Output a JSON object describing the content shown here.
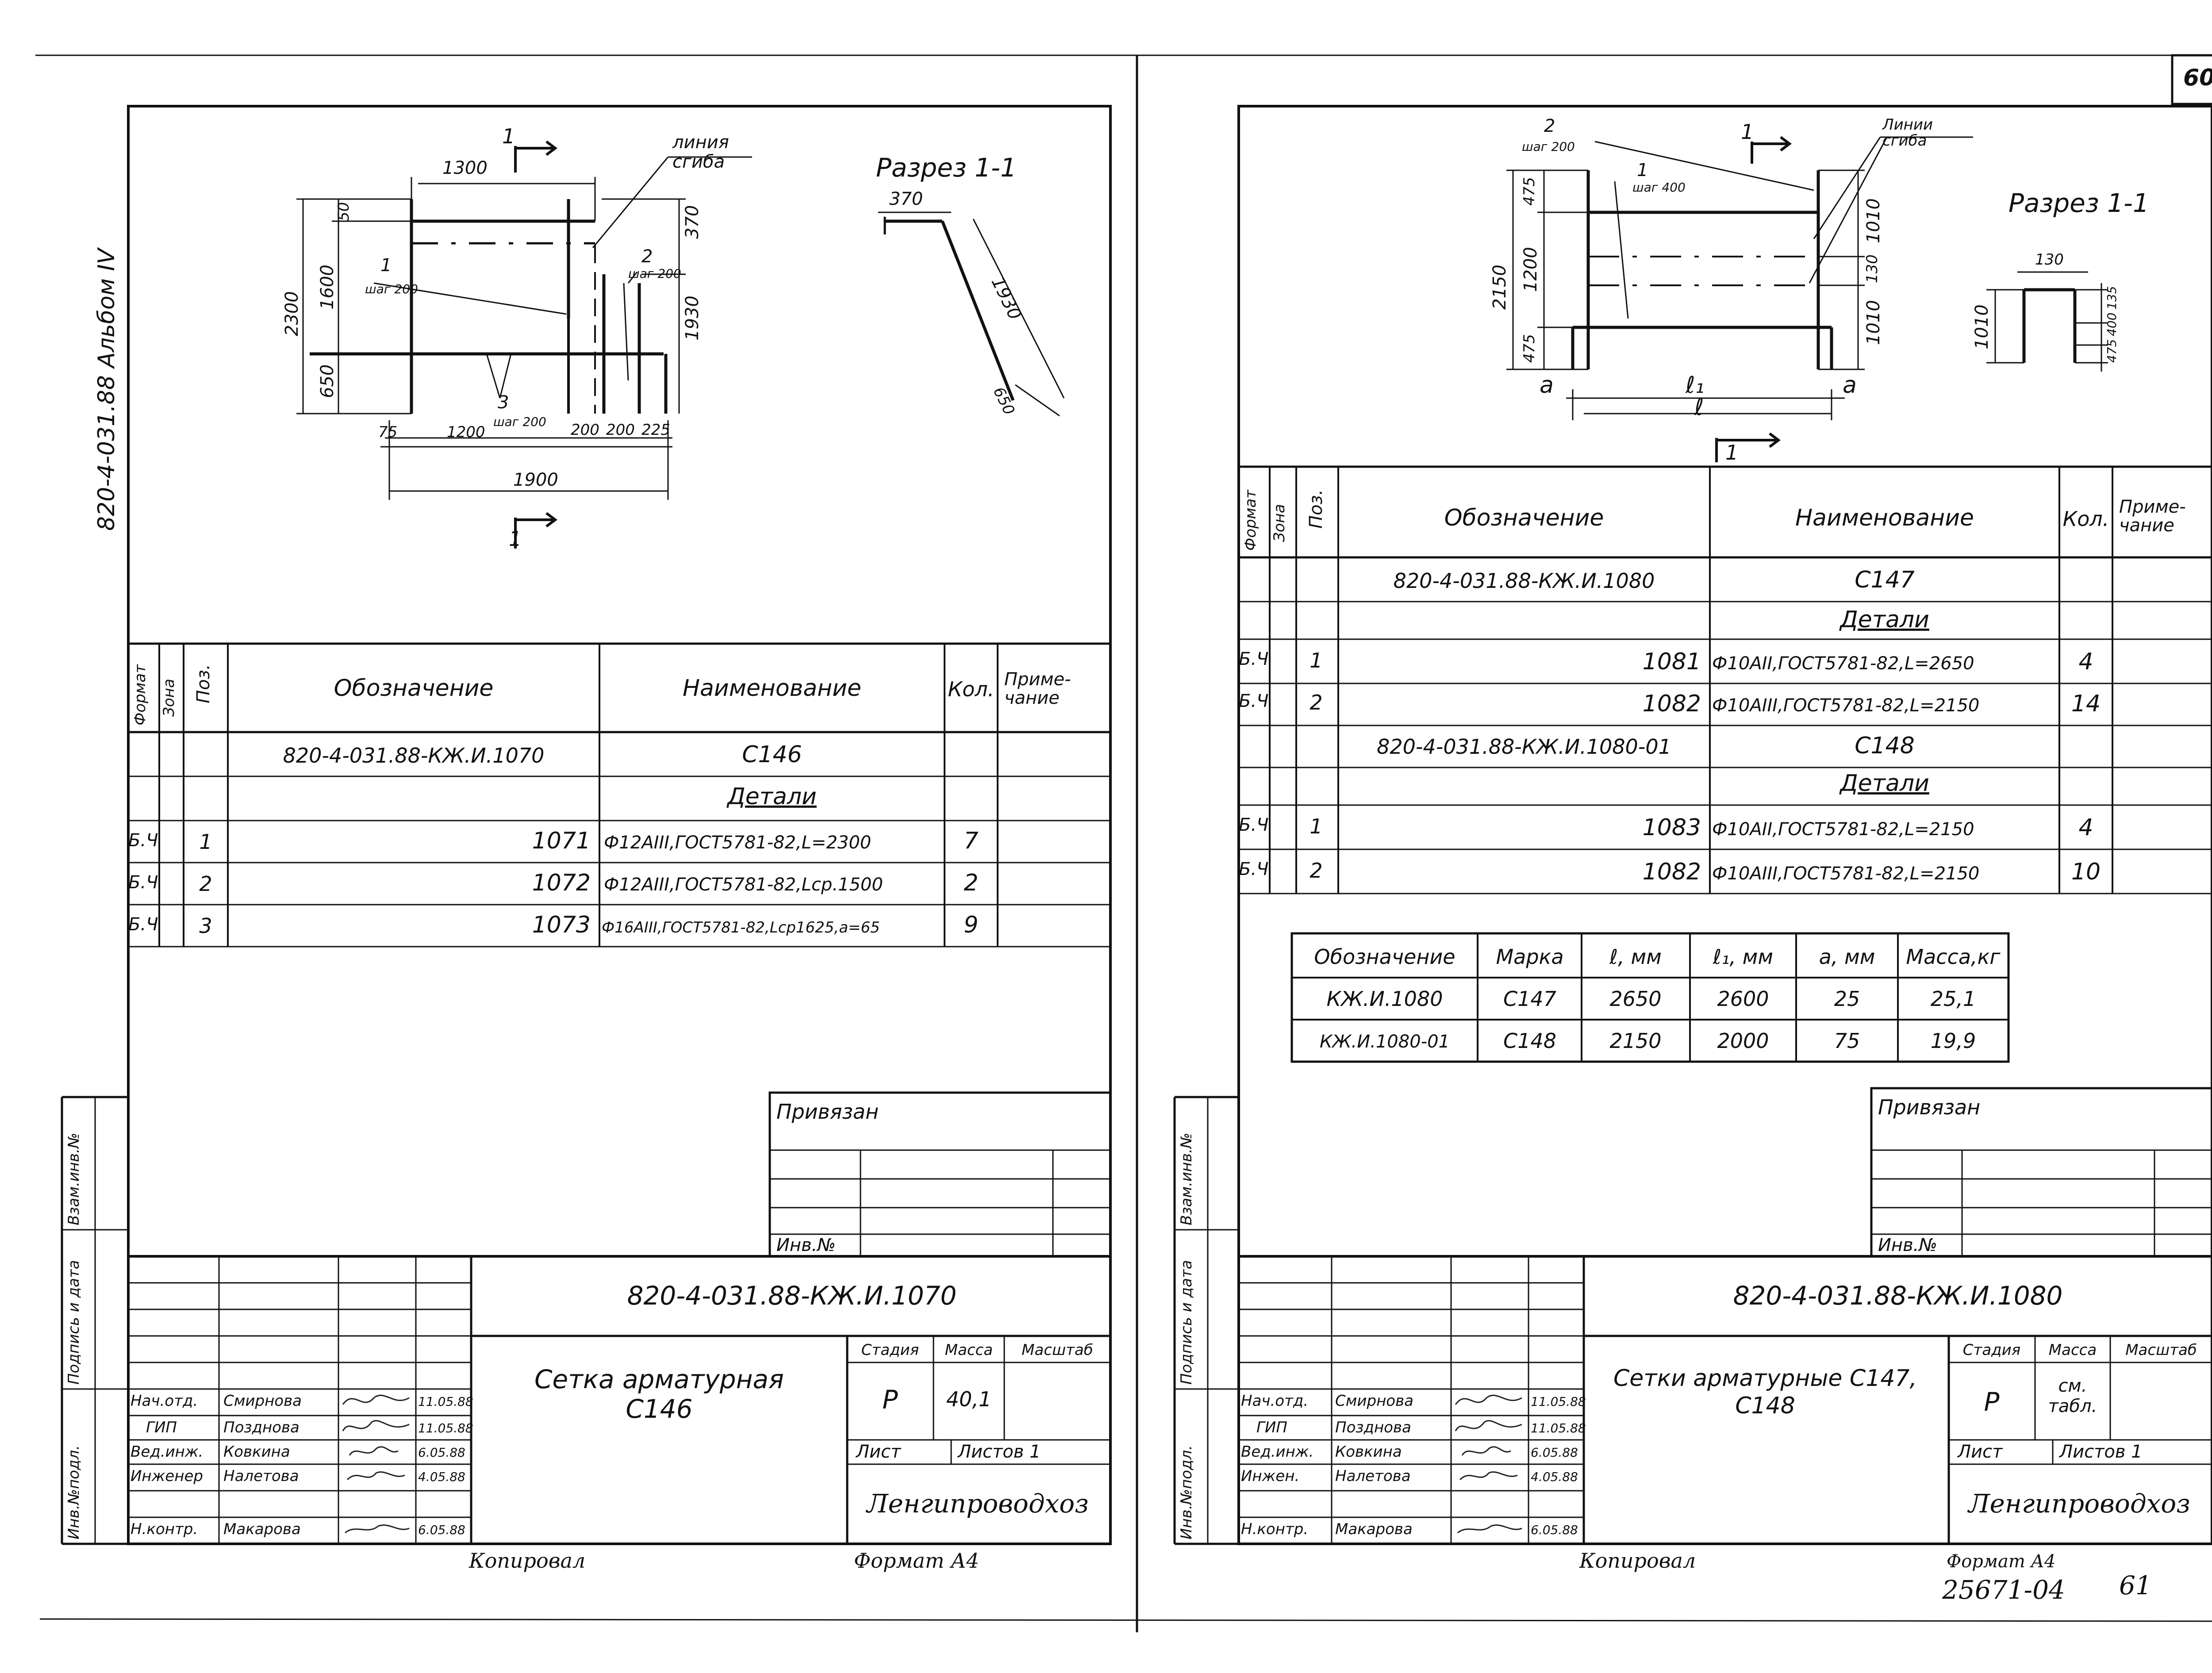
{
  "sheet_number": "60",
  "album_label": "820-4-031.88 Альбом IV",
  "left_sheet": {
    "drawing": {
      "section_mark": "1",
      "dims": {
        "w1300": "1300",
        "w1900": "1900",
        "w75": "75",
        "w1200": "1200",
        "w200a": "200",
        "w200b": "200",
        "w225": "225",
        "h2300": "2300",
        "h1600": "1600",
        "h650": "650",
        "h50": "50",
        "h370": "370",
        "h1930": "1930"
      },
      "callouts": {
        "bend_line": "линия сгиба",
        "pos1": "1",
        "pos1_step": "шаг 200",
        "pos2": "2",
        "pos2_step": "шаг 200",
        "pos3": "3",
        "pos3_step": "шаг 200"
      },
      "section_title": "Разрез 1-1",
      "section_dims": {
        "top": "370",
        "diag": "1930",
        "end": "650"
      }
    },
    "spec": {
      "headers": {
        "format": "Формат",
        "zone": "Зона",
        "pos": "Поз.",
        "designation": "Обозначение",
        "name": "Наименование",
        "qty": "Кол.",
        "note": "Приме-чание"
      },
      "rows": [
        {
          "format": "",
          "pos": "",
          "designation": "820-4-031.88-КЖ.И.1070",
          "name": "С146",
          "qty": ""
        },
        {
          "format": "",
          "pos": "",
          "designation": "",
          "name": "Детали",
          "qty": ""
        },
        {
          "format": "Б.Ч",
          "pos": "1",
          "designation": "1071",
          "name": "Ф12АIII,ГОСТ5781-82,L=2300",
          "qty": "7"
        },
        {
          "format": "Б.Ч",
          "pos": "2",
          "designation": "1072",
          "name": "Ф12АIII,ГОСТ5781-82,Lср.1500",
          "qty": "2"
        },
        {
          "format": "Б.Ч",
          "pos": "3",
          "designation": "1073",
          "name": "Ф16АIII,ГОСТ5781-82,Lср1625,а=65",
          "qty": "9"
        }
      ]
    },
    "binding": {
      "title": "Привязан",
      "inv": "Инв.№"
    },
    "side_labels": {
      "inv_orig": "Инв.№подл.",
      "sign_date": "Подпись и дата",
      "inv_repl": "Взам.инв.№"
    },
    "title_block": {
      "code": "820-4-031.88-КЖ.И.1070",
      "title": "Сетка арматурная С146",
      "stage_h": "Стадия",
      "mass_h": "Масса",
      "scale_h": "Масштаб",
      "stage": "Р",
      "mass": "40,1",
      "scale": "",
      "sheet_h": "Лист",
      "sheets_h": "Листов 1",
      "org": "Ленгипроводхоз",
      "people": [
        {
          "role": "Нач.отд.",
          "name": "Смирнова",
          "date": "11.05.88"
        },
        {
          "role": "ГИП",
          "name": "Позднова",
          "date": "11.05.88"
        },
        {
          "role": "Вед.инж.",
          "name": "Ковкина",
          "date": "6.05.88"
        },
        {
          "role": "Инженер",
          "name": "Налетова",
          "date": "4.05.88"
        },
        {
          "role": "Н.контр.",
          "name": "Макарова",
          "date": "6.05.88"
        }
      ]
    },
    "footer": {
      "copied": "Копировал",
      "format": "Формат А4"
    }
  },
  "right_sheet": {
    "drawing": {
      "section_mark": "1",
      "dims": {
        "h2150": "2150",
        "h475a": "475",
        "h1200": "1200",
        "h475b": "475",
        "h1010a": "1010",
        "h130": "130",
        "h1010b": "1010",
        "a1": "а",
        "a2": "а",
        "l1": "ℓ₁",
        "l": "ℓ"
      },
      "callouts": {
        "bend_lines": "Линии сгиба",
        "pos2": "2",
        "pos2_step": "шаг 200",
        "pos1": "1",
        "pos1_step": "шаг 400"
      },
      "section_title": "Разрез 1-1",
      "section_dims": {
        "w130": "130",
        "h1010": "1010",
        "h135": "135",
        "h400": "400",
        "h475": "475"
      }
    },
    "spec": {
      "headers": {
        "format": "Формат",
        "zone": "Зона",
        "pos": "Поз.",
        "designation": "Обозначение",
        "name": "Наименование",
        "qty": "Кол.",
        "note": "Приме-чание"
      },
      "rows": [
        {
          "format": "",
          "pos": "",
          "designation": "820-4-031.88-КЖ.И.1080",
          "name": "С147",
          "qty": ""
        },
        {
          "format": "",
          "pos": "",
          "designation": "",
          "name": "Детали",
          "qty": ""
        },
        {
          "format": "Б.Ч",
          "pos": "1",
          "designation": "1081",
          "name": "Ф10АII,ГОСТ5781-82,L=2650",
          "qty": "4"
        },
        {
          "format": "Б.Ч",
          "pos": "2",
          "designation": "1082",
          "name": "Ф10АIII,ГОСТ5781-82,L=2150",
          "qty": "14"
        },
        {
          "format": "",
          "pos": "",
          "designation": "820-4-031.88-КЖ.И.1080-01",
          "name": "С148",
          "qty": ""
        },
        {
          "format": "",
          "pos": "",
          "designation": "",
          "name": "Детали",
          "qty": ""
        },
        {
          "format": "Б.Ч",
          "pos": "1",
          "designation": "1083",
          "name": "Ф10АII,ГОСТ5781-82,L=2150",
          "qty": "4"
        },
        {
          "format": "Б.Ч",
          "pos": "2",
          "designation": "1082",
          "name": "Ф10АIII,ГОСТ5781-82,L=2150",
          "qty": "10"
        }
      ]
    },
    "variants": {
      "headers": [
        "Обозначение",
        "Марка",
        "ℓ, мм",
        "ℓ₁, мм",
        "а, мм",
        "Масса,кг"
      ],
      "rows": [
        [
          "КЖ.И.1080",
          "С147",
          "2650",
          "2600",
          "25",
          "25,1"
        ],
        [
          "КЖ.И.1080-01",
          "С148",
          "2150",
          "2000",
          "75",
          "19,9"
        ]
      ]
    },
    "binding": {
      "title": "Привязан",
      "inv": "Инв.№"
    },
    "side_labels": {
      "inv_orig": "Инв.№подл.",
      "sign_date": "Подпись и дата",
      "inv_repl": "Взам.инв.№"
    },
    "title_block": {
      "code": "820-4-031.88-КЖ.И.1080",
      "title": "Сетки арматурные С147, С148",
      "stage_h": "Стадия",
      "mass_h": "Масса",
      "scale_h": "Масштаб",
      "stage": "Р",
      "mass": "см. табл.",
      "scale": "",
      "sheet_h": "Лист",
      "sheets_h": "Листов 1",
      "org": "Ленгипроводхоз",
      "people": [
        {
          "role": "Нач.отд.",
          "name": "Смирнова",
          "date": "11.05.88"
        },
        {
          "role": "ГИП",
          "name": "Позднова",
          "date": "11.05.88"
        },
        {
          "role": "Вед.инж.",
          "name": "Ковкина",
          "date": "6.05.88"
        },
        {
          "role": "Инжен.",
          "name": "Налетова",
          "date": "4.05.88"
        },
        {
          "role": "Н.контр.",
          "name": "Макарова",
          "date": "6.05.88"
        }
      ]
    },
    "footer": {
      "copied": "Копировал",
      "format": "Формат А4",
      "archive": "25671-04",
      "page": "61"
    }
  }
}
